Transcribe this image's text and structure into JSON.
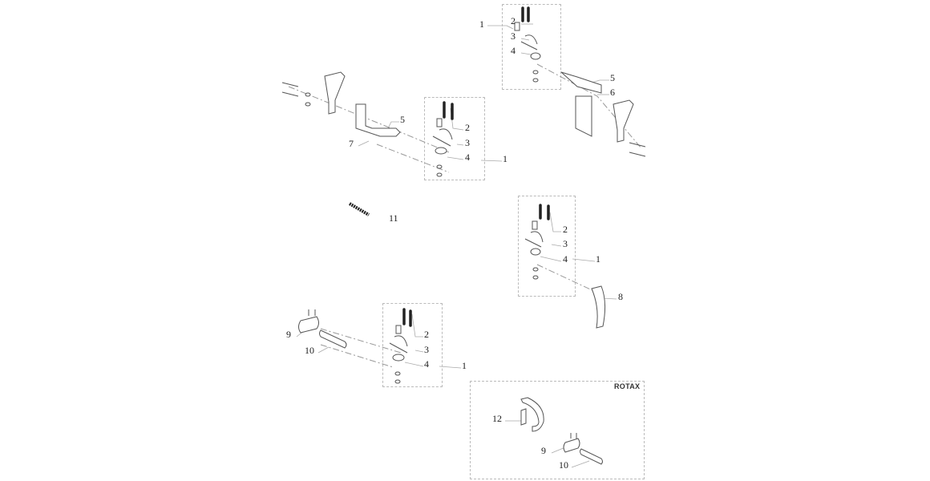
{
  "diagram": {
    "title_tag": "ROTAX",
    "groups": {
      "top_right": [
        "1",
        "2",
        "3",
        "4",
        "5",
        "6"
      ],
      "left": [
        "2",
        "3",
        "4",
        "1",
        "5",
        "7"
      ],
      "spring": [
        "11"
      ],
      "middle_right": [
        "2",
        "3",
        "4",
        "1",
        "8"
      ],
      "bottom_left": [
        "2",
        "3",
        "4",
        "1",
        "9",
        "10"
      ],
      "rotax": [
        "12",
        "9",
        "10"
      ]
    }
  }
}
